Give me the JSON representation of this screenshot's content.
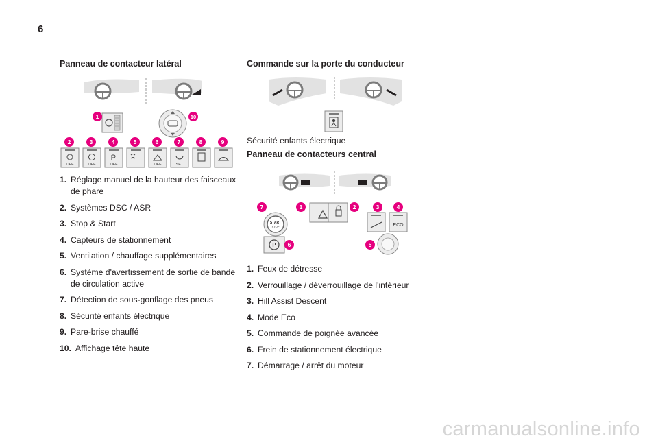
{
  "page": {
    "number": "6"
  },
  "left_section": {
    "heading": "Panneau de contacteur latéral",
    "illustration": {
      "callouts": [
        "1",
        "2",
        "3",
        "4",
        "5",
        "6",
        "7",
        "8",
        "9",
        "10"
      ],
      "button_labels": [
        "OFF",
        "OFF",
        "OFF",
        "OFF",
        "SET"
      ],
      "accent_color": "#e6007e"
    },
    "items": [
      {
        "num": "1.",
        "text": "Réglage manuel de la hauteur des faisceaux de phare"
      },
      {
        "num": "2.",
        "text": "Systèmes DSC / ASR"
      },
      {
        "num": "3.",
        "text": "Stop & Start"
      },
      {
        "num": "4.",
        "text": "Capteurs de stationnement"
      },
      {
        "num": "5.",
        "text": "Ventilation / chauffage supplémentaires"
      },
      {
        "num": "6.",
        "text": "Système d'avertissement de sortie de bande de circulation active"
      },
      {
        "num": "7.",
        "text": "Détection de sous-gonflage des pneus"
      },
      {
        "num": "8.",
        "text": "Sécurité enfants électrique"
      },
      {
        "num": "9.",
        "text": "Pare-brise chauffé"
      },
      {
        "num": "10.",
        "text": "Affichage tête haute"
      }
    ]
  },
  "right_section": {
    "door_heading": "Commande sur la porte du conducteur",
    "door_caption": "Sécurité enfants électrique",
    "central_heading": "Panneau de contacteurs central",
    "illustration": {
      "callouts": [
        "1",
        "2",
        "3",
        "4",
        "5",
        "6",
        "7"
      ],
      "button_labels": [
        "ECO",
        "START",
        "STOP",
        "P"
      ]
    },
    "items": [
      {
        "num": "1.",
        "text": "Feux de détresse"
      },
      {
        "num": "2.",
        "text": "Verrouillage / déverrouillage de l'intérieur"
      },
      {
        "num": "3.",
        "text": "Hill Assist Descent"
      },
      {
        "num": "4.",
        "text": "Mode Eco"
      },
      {
        "num": "5.",
        "text": "Commande de poignée avancée"
      },
      {
        "num": "6.",
        "text": "Frein de stationnement électrique"
      },
      {
        "num": "7.",
        "text": "Démarrage / arrêt du moteur"
      }
    ]
  },
  "watermark": "carmanualsonline.info"
}
